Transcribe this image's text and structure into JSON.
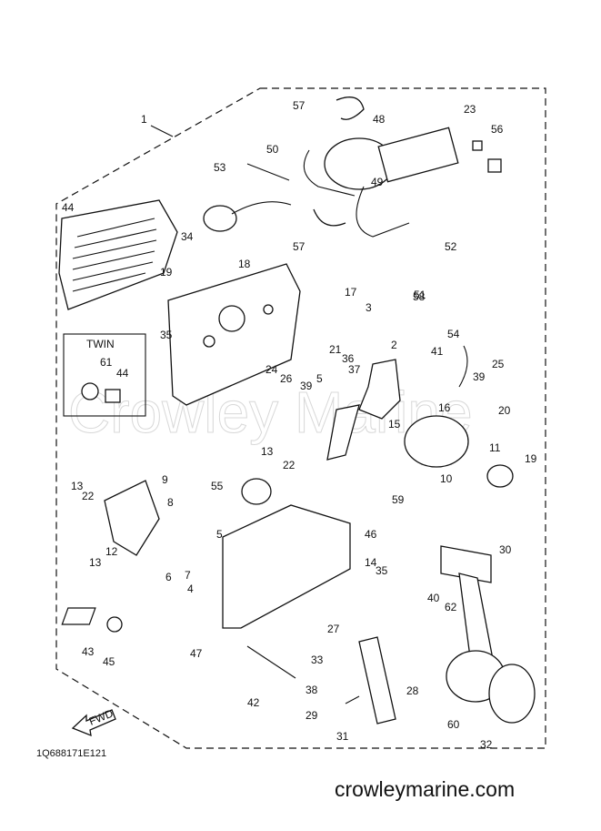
{
  "watermark": "Crowley Marine",
  "assembly_label": "1",
  "twin_box": {
    "title": "TWIN",
    "labels": [
      "61",
      "44"
    ]
  },
  "fwd_label": "FWD",
  "drawing_code": "1Q688171E121",
  "footer": "crowleymarine.com",
  "callouts": [
    "57",
    "48",
    "23",
    "56",
    "50",
    "53",
    "49",
    "44",
    "34",
    "18",
    "57",
    "52",
    "19",
    "17",
    "3",
    "58",
    "51",
    "35",
    "21",
    "2",
    "54",
    "41",
    "36",
    "37",
    "24",
    "26",
    "39",
    "39",
    "25",
    "5",
    "16",
    "15",
    "20",
    "13",
    "22",
    "11",
    "10",
    "19",
    "13",
    "22",
    "9",
    "8",
    "55",
    "59",
    "46",
    "30",
    "7",
    "6",
    "4",
    "5",
    "12",
    "13",
    "14",
    "35",
    "40",
    "62",
    "27",
    "43",
    "45",
    "47",
    "33",
    "42",
    "38",
    "28",
    "29",
    "60",
    "31",
    "32"
  ]
}
